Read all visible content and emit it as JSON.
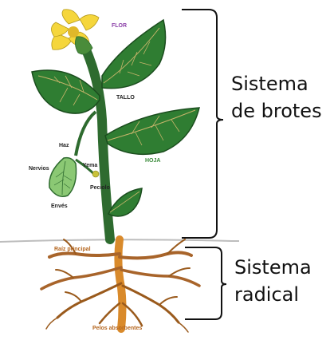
{
  "labels": {
    "flor": "FLOR",
    "tallo": "TALLO",
    "hoja": "HOJA",
    "haz": "Haz",
    "yema": "Yema",
    "nervios": "Nervios",
    "peciolo": "Peciolo",
    "enves": "Envés",
    "raiz_principal": "Raíz principal",
    "pelos_absorbentes": "Pelos absorbentes"
  },
  "groups": {
    "brotes_line1": "Sistema",
    "brotes_line2": "de brotes",
    "radical_line1": "Sistema",
    "radical_line2": "radical"
  },
  "colors": {
    "leaf": "#2f7d32",
    "leaf_dark": "#1b4d1e",
    "vein": "#c6b46a",
    "flower": "#f5d63c",
    "root": "#d98a2b",
    "small_root": "#9a5a1c",
    "label_purple": "#8b3fa8",
    "label_green": "#3c8c3c",
    "label_brown": "#b5651d"
  }
}
